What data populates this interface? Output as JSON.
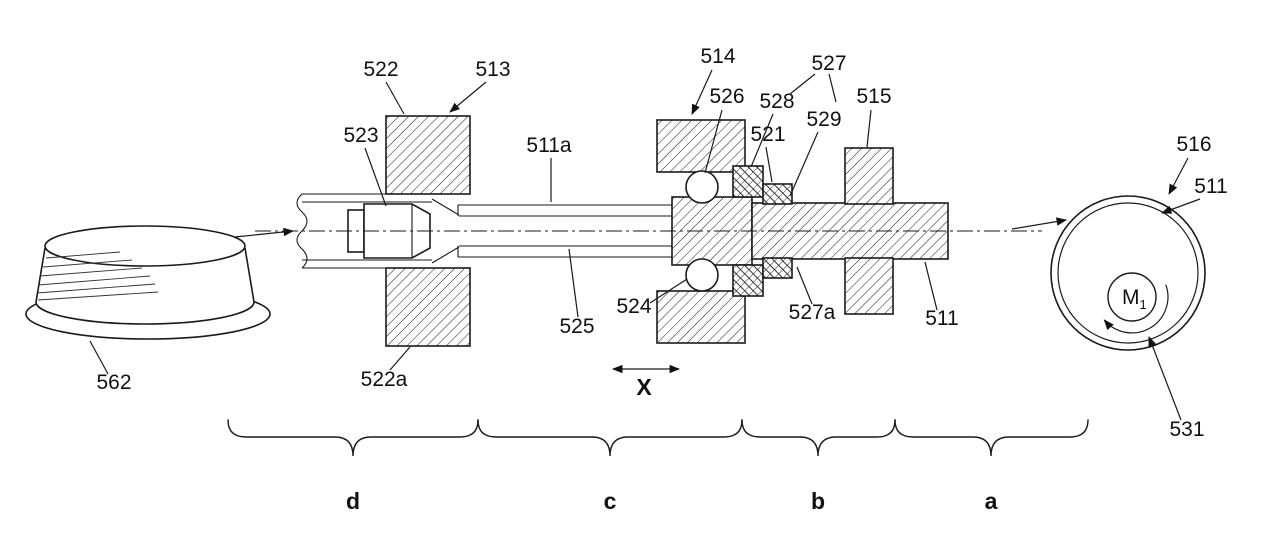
{
  "diagram": {
    "part_labels": {
      "522": "522",
      "513": "513",
      "523": "523",
      "511a": "511a",
      "514": "514",
      "526": "526",
      "527": "527",
      "528": "528",
      "521": "521",
      "529": "529",
      "515": "515",
      "516": "516",
      "511": "511",
      "562": "562",
      "522a": "522a",
      "525": "525",
      "524": "524",
      "527a": "527a",
      "531": "531"
    },
    "motor": {
      "letter": "M",
      "subscript": "1"
    },
    "axis_arrow_label": "X",
    "sections": {
      "a": "a",
      "b": "b",
      "c": "c",
      "d": "d"
    }
  }
}
